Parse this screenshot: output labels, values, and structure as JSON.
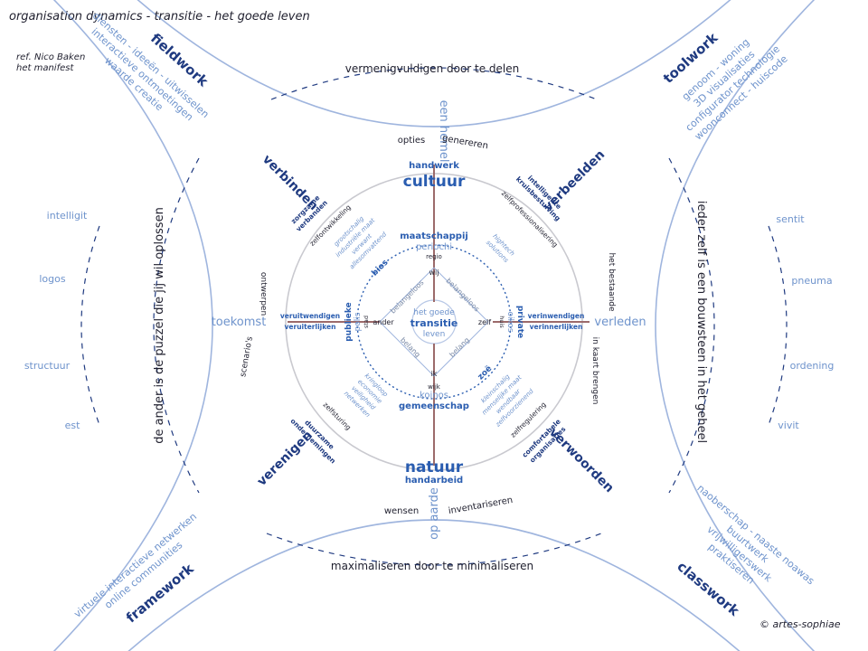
{
  "header": {
    "title": "organisation dynamics - transitie - het goede leven",
    "ref_line1": "ref. Nico Baken",
    "ref_line2": "het manifest",
    "copyright": "© artes-sophiae"
  },
  "colors": {
    "dark_text": "#1f1f2e",
    "navy": "#1f3a80",
    "blue": "#2a5db0",
    "light_blue": "#6e93cc",
    "line": "#9fb5de",
    "axis": "#9c6a6a"
  },
  "corners": {
    "fieldwork": {
      "title": "fieldwork",
      "items": [
        "diensten - ideeën - uitwisselen",
        "interactieve ontmoetingen",
        "waarde creatie"
      ]
    },
    "toolwork": {
      "title": "toolwork",
      "items": [
        "genoom - woning",
        "3D visualisaties",
        "configurator technologie",
        "woonconnect - huiscode"
      ]
    },
    "framework": {
      "title": "framework",
      "items": [
        "virtuele interactieve netwerken",
        "online communities"
      ]
    },
    "classwork": {
      "title": "classwork",
      "items": [
        "naoberschap - naaste noawas",
        "buurtwerk",
        "vrijwilligerswerk",
        "praktiseren"
      ]
    }
  },
  "outer": {
    "top": "vermenigvuldigen door te delen",
    "bottom": "maximaliseren door te minimaliseren",
    "left": "de ander is de puzzel die jij wil oplossen",
    "right": "ieder zelf is een bouwsteen in het geheel",
    "left_words": [
      "intelligit",
      "logos",
      "structuur",
      "est"
    ],
    "right_words": [
      "sentit",
      "pneuma",
      "ordening",
      "vivit"
    ]
  },
  "axes": {
    "top": {
      "main": "cultuur",
      "sub": "handwerk",
      "vertical": "een hemel",
      "w1": "opties",
      "w2": "genereren"
    },
    "bottom": {
      "main": "natuur",
      "sub": "handarbeid",
      "vertical": "op aarde",
      "w1": "wensen",
      "w2": "inventariseren"
    },
    "left": {
      "main": "toekomst",
      "sub1": "veruitwendigen",
      "sub2": "veruiterlijken",
      "w1": "ontwerpen",
      "w2": "scenario's"
    },
    "right": {
      "main": "verleden",
      "sub1": "verinwendigen",
      "sub2": "verinnerlijken",
      "w1": "het bestaande",
      "w2": "in kaart brengen"
    }
  },
  "diagonals": {
    "verbinden": {
      "main": "verbinden",
      "sub1": "zorgzame",
      "sub2": "verbanden",
      "sub3": "zelfontwikkeling"
    },
    "verbeelden": {
      "main": "verbeelden",
      "sub1": "intelligente",
      "sub2": "kruisbestuiving",
      "sub3": "zelfprofessionalisering"
    },
    "verenigen": {
      "main": "verenigen",
      "sub1": "duurzame",
      "sub2": "ondernemingen",
      "sub3": "zelfsturing"
    },
    "verwoorden": {
      "main": "verwoorden",
      "sub1": "comfortabele",
      "sub2": "organisaties",
      "sub3": "zelfregulering"
    }
  },
  "inner": {
    "maatschappij": "maatschappij",
    "periochi": "periochi",
    "regio": "regio",
    "wij": "wij",
    "gemeenschap": "gemeenschap",
    "koinos": "koinos",
    "wijk": "wijk",
    "ik": "ik",
    "publieke": "publieke",
    "polis": "polis",
    "stad": "stad",
    "ander": "ander",
    "private": "private",
    "oikos": "oikos",
    "huis": "huis",
    "zelf": "zelf",
    "bios": "bios",
    "zoe": "zoë",
    "belangeloos1": "belangeloos",
    "belangeloos2": "belangeloos",
    "belang1": "belang",
    "belang2": "belang",
    "center1": "het goede",
    "center2": "transitie",
    "center3": "leven",
    "tl": [
      "grootschalig",
      "industriële maat",
      "verwant",
      "allesomvattend"
    ],
    "tr": [
      "hightech",
      "solutions"
    ],
    "bl": [
      "kringloop",
      "economie",
      "veiligheid",
      "netwerken"
    ],
    "br": [
      "kleinschalig",
      "menselijke maat",
      "wendbaar",
      "zelfvoorzienend"
    ]
  }
}
